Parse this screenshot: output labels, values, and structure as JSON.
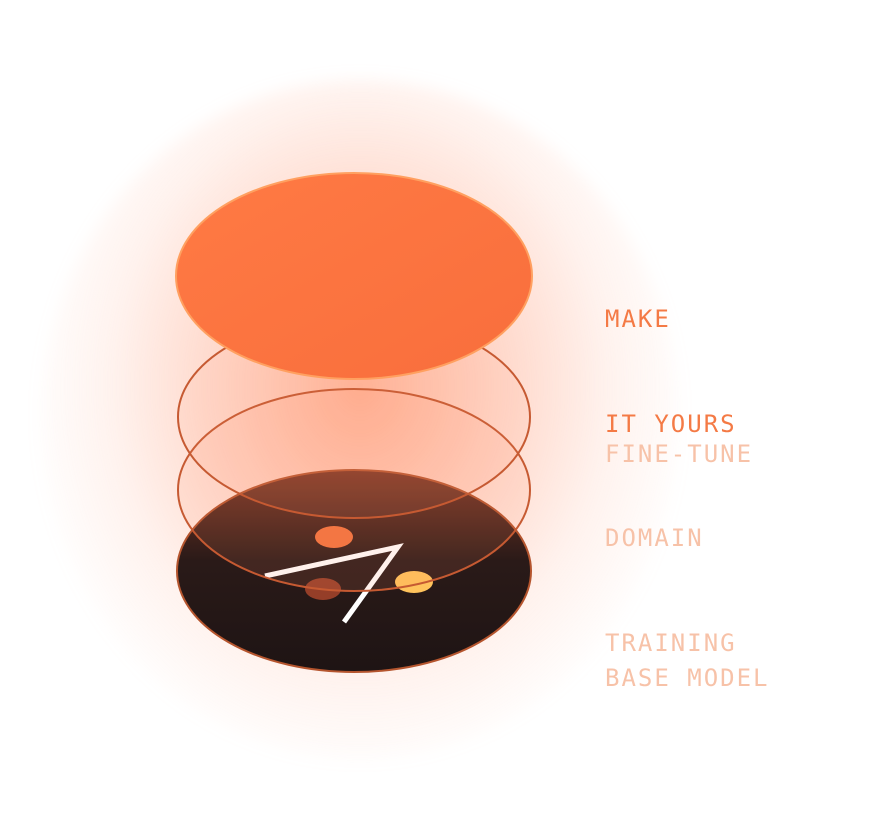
{
  "layers": [
    {
      "id": "make-it-yours",
      "lines": [
        "MAKE",
        "IT YOURS"
      ],
      "color": "#f47a45"
    },
    {
      "id": "fine-tune",
      "lines": [
        "FINE-TUNE"
      ],
      "color": "#f7c2a8"
    },
    {
      "id": "domain-training",
      "lines": [
        "DOMAIN",
        "TRAINING"
      ],
      "color": "#f7c2a8"
    },
    {
      "id": "base-model",
      "lines": [
        "BASE MODEL"
      ],
      "color": "#f7c2a8"
    }
  ],
  "colors": {
    "accent": "#ff7640",
    "ring": "#c65a32",
    "base_dark": "#1e1414",
    "dot_orange": "#f2743f",
    "dot_yellow": "#ffc35c",
    "mark": "#ffffff"
  }
}
